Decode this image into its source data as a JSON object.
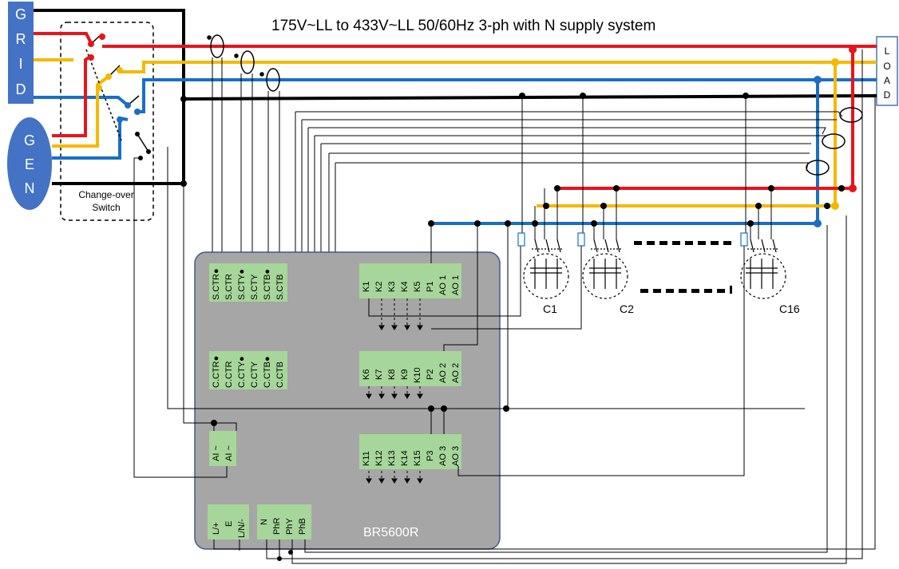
{
  "title": "175V~LL to 433V~LL 50/60Hz 3-ph with N supply system",
  "grid_letters": [
    "G",
    "R",
    "I",
    "D"
  ],
  "gen_letters": [
    "G",
    "E",
    "N"
  ],
  "load_letters": [
    "L",
    "O",
    "A",
    "D"
  ],
  "changeover_line1": "Change-over",
  "changeover_line2": "Switch",
  "device_name": "BR5600R",
  "s_terminals": [
    "S.CTR●",
    "S.CTR",
    "S.CTY●",
    "S.CTY",
    "S.CTB●",
    "S.CTB"
  ],
  "c_terminals": [
    "C.CTR●",
    "C.CTR",
    "C.CTY●",
    "C.CTY",
    "C.CTB●",
    "C.CTB"
  ],
  "relay_row1": [
    "K1",
    "K2",
    "K3",
    "K4",
    "K5",
    "P1",
    "AO 1",
    "AO 1"
  ],
  "relay_row2": [
    "K6",
    "K7",
    "K8",
    "K9",
    "K10",
    "P2",
    "AO 2",
    "AO 2"
  ],
  "relay_row3": [
    "K11",
    "K12",
    "K13",
    "K14",
    "K15",
    "P3",
    "AO 3",
    "AO 3"
  ],
  "ai_terminals": [
    "AI ~",
    "AI ~"
  ],
  "power_terminals": [
    "L/+",
    "E",
    "L/N/-"
  ],
  "phase_terminals": [
    "N",
    "PhR",
    "PhY",
    "PhB"
  ],
  "capacitor_labels": [
    "C1",
    "C2",
    "C16"
  ],
  "colors": {
    "red": "#e8141c",
    "yellow": "#f5b800",
    "blue": "#1a6fc4",
    "black": "#000000",
    "green": "#a6d69a",
    "panel": "#a6a6a6",
    "blue_box": "#4472c4"
  }
}
